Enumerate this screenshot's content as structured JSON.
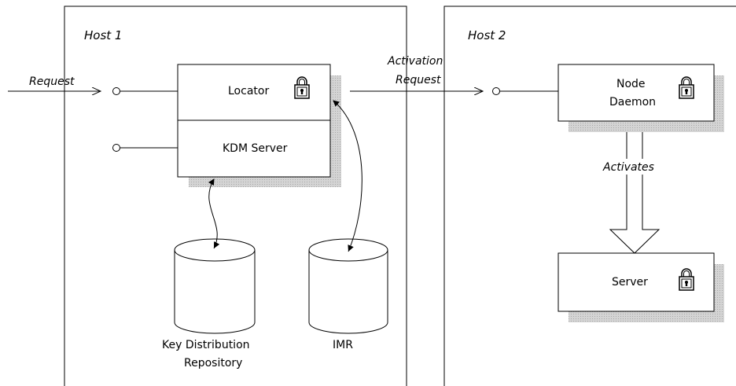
{
  "hosts": [
    {
      "title": "Host 1"
    },
    {
      "title": "Host 2"
    }
  ],
  "host1": {
    "request_label": "Request",
    "locator_label": "Locator",
    "kdm_server_label": "KDM Server",
    "key_repo_label": [
      "Key Distribution",
      "Repository"
    ],
    "imr_label": "IMR"
  },
  "activation_request_label": [
    "Activation",
    "Request"
  ],
  "host2": {
    "node_daemon_label": [
      "Node",
      "Daemon"
    ],
    "activates_label": "Activates",
    "server_label": "Server"
  },
  "icons": {
    "lock": "padlock-icon",
    "port": "port-circle-icon",
    "database": "cylinder-icon"
  },
  "colors": {
    "shadow": "#c8c8c8",
    "line": "#000000",
    "background": "#ffffff"
  }
}
